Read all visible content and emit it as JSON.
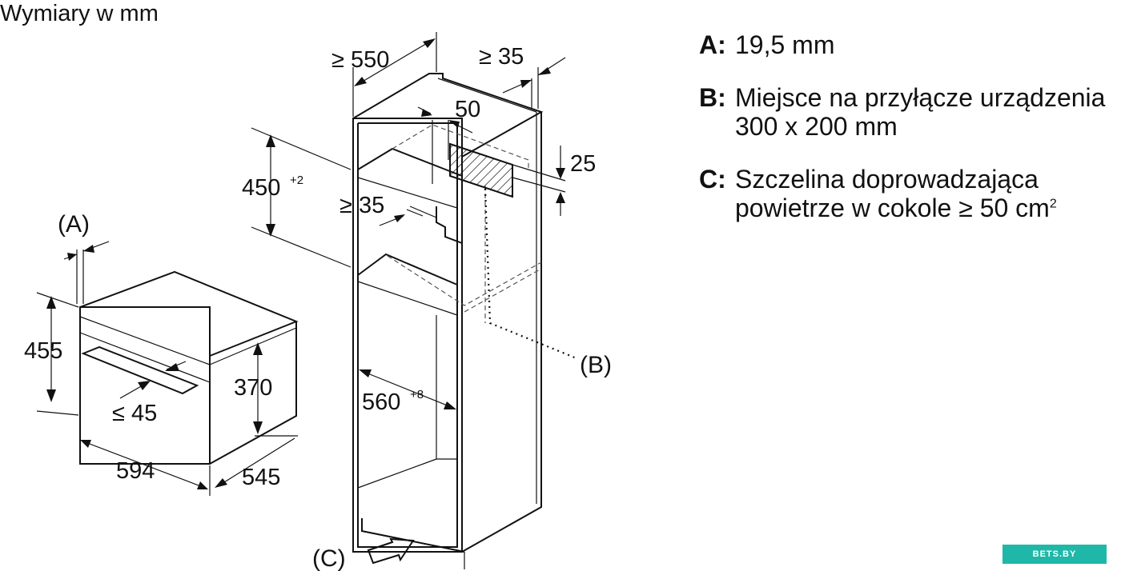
{
  "title": "Wymiary w mm",
  "oven": {
    "label_a": "(A)",
    "height": "455",
    "handle_gap": "≤ 45",
    "front_height": "370",
    "width": "594",
    "depth": "545"
  },
  "cabinet": {
    "min_depth": "≥ 550",
    "back_gap": "≥ 35",
    "outlet_width": "50",
    "outlet_height": "25",
    "niche_height": "450",
    "niche_height_tol": "+2",
    "shelf_gap": "≥ 35",
    "niche_width": "560",
    "niche_width_tol": "+8",
    "label_b": "(B)",
    "label_c": "(C)"
  },
  "legend": [
    {
      "key": "A:",
      "lines": [
        "19,5 mm"
      ]
    },
    {
      "key": "B:",
      "lines": [
        "Miejsce na przyłącze urządzenia",
        "300 x 200 mm"
      ]
    },
    {
      "key": "C:",
      "lines": [
        "Szczelina doprowadzająca",
        "powietrze w cokole ≥ 50 cm"
      ],
      "sup": "2"
    }
  ],
  "watermark": "BETS.BY",
  "colors": {
    "line": "#111111",
    "watermark_bg": "#1fb8a8"
  }
}
